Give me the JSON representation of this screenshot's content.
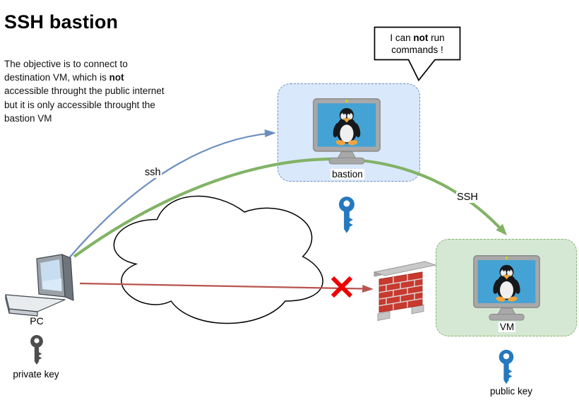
{
  "title": "SSH bastion",
  "description": {
    "part1": "The objective is to connect to destination VM, which is ",
    "bold": "not",
    "part2": " accessible throught the public internet but it is only accessible throught the bastion VM"
  },
  "callout": {
    "part1": "I can ",
    "bold": "not",
    "part2": " run commands !"
  },
  "nodes": {
    "pc": {
      "label": "PC",
      "icon": "laptop-icon"
    },
    "bastion": {
      "label": "bastion",
      "icon": "linux-monitor-icon"
    },
    "vm": {
      "label": "VM",
      "icon": "linux-monitor-icon"
    },
    "private_key": {
      "label": "private key",
      "icon": "key-icon"
    },
    "bastion_key": {
      "label": "",
      "icon": "key-icon"
    },
    "public_key": {
      "label": "public key",
      "icon": "key-icon"
    },
    "internet": {
      "label": "",
      "icon": "cloud-shape"
    },
    "firewall": {
      "label": "",
      "icon": "firewall-brick-wall-icon"
    }
  },
  "edges": {
    "pc_to_bastion": {
      "label": "ssh",
      "style": "curved-arrow"
    },
    "bastion_to_vm": {
      "label": "SSH",
      "style": "curved-thick-arrow"
    },
    "pc_to_firewall": {
      "label": "",
      "style": "straight-arrow-blocked"
    }
  },
  "colors": {
    "bastion_fill": "#dae8fc",
    "bastion_border": "#6c8ebf",
    "vm_fill": "#d5e8d4",
    "vm_border": "#82b366",
    "arrow_blue": "#6c8ebf",
    "arrow_green": "#82b366",
    "arrow_red": "#b85450",
    "cross_red": "#ee0000",
    "key_blue": "#2579be",
    "key_gray": "#4d4d4d",
    "screen_blue": "#44a2d4",
    "brick_red": "#c8392e"
  }
}
